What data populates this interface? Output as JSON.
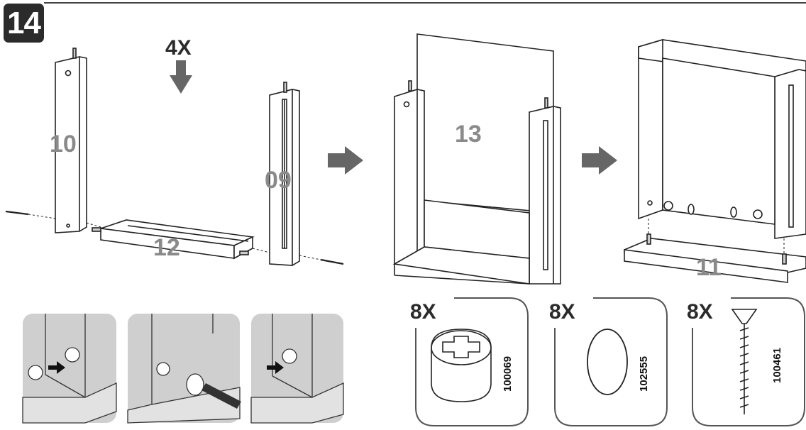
{
  "step": {
    "number": "14"
  },
  "assembly": {
    "quantity_label": "4X",
    "parts": {
      "p10": "10",
      "p09": "09",
      "p12": "12",
      "p13": "13",
      "p11": "11"
    }
  },
  "hardware": [
    {
      "qty": "8X",
      "code": "100069",
      "icon": "cam-lock-icon"
    },
    {
      "qty": "8X",
      "code": "102555",
      "icon": "cover-cap-icon"
    },
    {
      "qty": "8X",
      "code": "100461",
      "icon": "screw-icon"
    }
  ],
  "details": [
    {
      "icon": "insert-cam-detail-icon"
    },
    {
      "icon": "tighten-cam-detail-icon"
    },
    {
      "icon": "attach-cap-detail-icon"
    }
  ],
  "colors": {
    "badge": "#2b2b2b",
    "part_label": "#8a8a8a",
    "arrow": "#666666",
    "detail_bg": "#cfcfcf"
  }
}
